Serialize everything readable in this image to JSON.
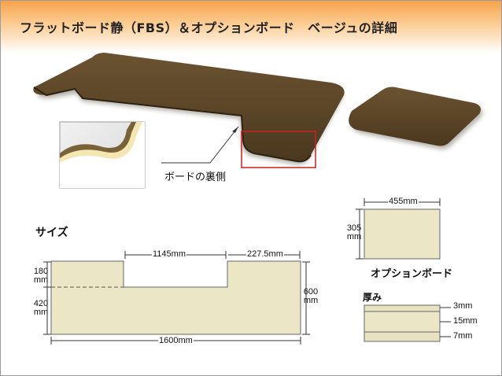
{
  "title": "フラットボード静（FBS）＆オプションボード　ベージュの詳細",
  "colors": {
    "board_brown": "#5a4424",
    "diagram_fill": "#ebe7c6",
    "highlight_red": "#cc1f1f",
    "header_orange": "#f7a24a"
  },
  "photo_caption": "ボードの裏側",
  "size_heading": "サイズ",
  "main_board": {
    "width_total": "1600mm",
    "notch_width": "1145mm",
    "right_segment": "227.5mm",
    "top_depth": "180mm",
    "bottom_depth": "420mm",
    "total_depth": "600mm"
  },
  "option_board": {
    "label": "オプションボード",
    "width": "455mm",
    "depth": "305mm"
  },
  "thickness": {
    "heading": "厚み",
    "layers": [
      "3mm",
      "15mm",
      "7mm"
    ]
  }
}
